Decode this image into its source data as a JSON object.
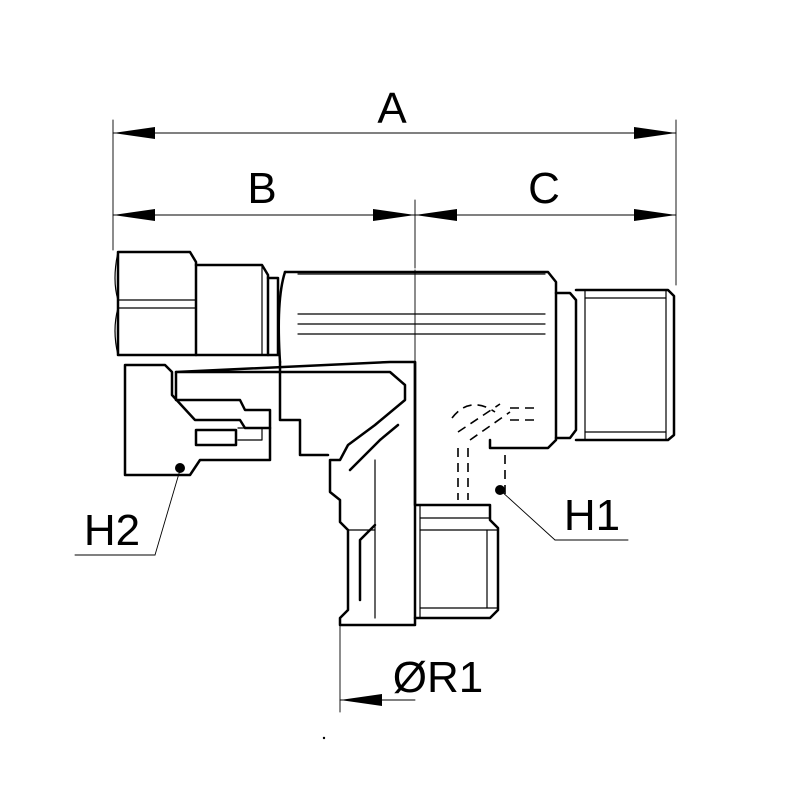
{
  "labels": {
    "dim_a": "A",
    "dim_b": "B",
    "dim_c": "C",
    "port_h1": "H1",
    "port_h2": "H2",
    "diameter_r1": "ØR1"
  },
  "colors": {
    "line": "#000000",
    "background": "#ffffff"
  }
}
